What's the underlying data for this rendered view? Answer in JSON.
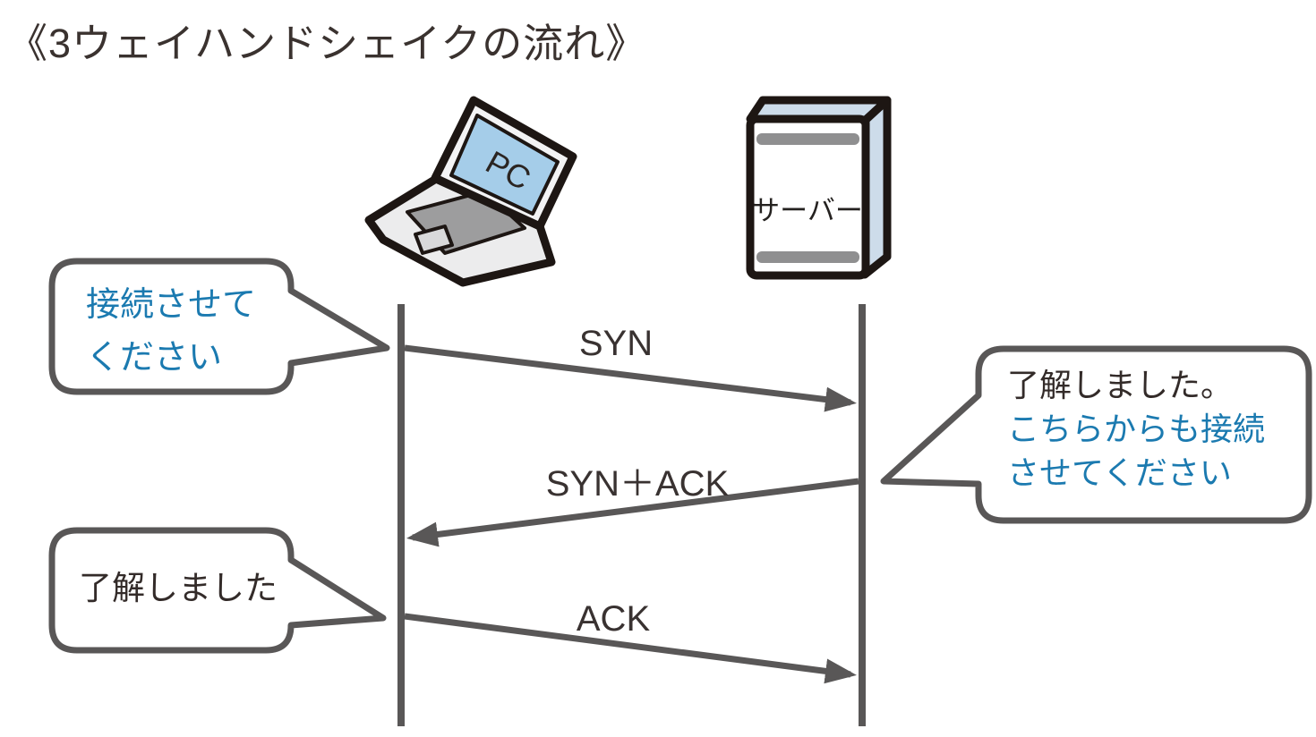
{
  "title": "《3ウェイハンドシェイクの流れ》",
  "actors": {
    "pc": {
      "label": "PC"
    },
    "server": {
      "label": "サーバー"
    }
  },
  "messages": [
    {
      "label": "SYN",
      "from": "PC",
      "to": "サーバー"
    },
    {
      "label": "SYN＋ACK",
      "from": "サーバー",
      "to": "PC"
    },
    {
      "label": "ACK",
      "from": "PC",
      "to": "サーバー"
    }
  ],
  "speech_bubbles": [
    {
      "speaker": "PC",
      "lines": [
        "接続させて",
        "ください"
      ],
      "line_colors": [
        "blue",
        "blue"
      ]
    },
    {
      "speaker": "サーバー",
      "lines": [
        "了解しました。",
        "こちらからも接続",
        "させてください"
      ],
      "line_colors": [
        "dark",
        "blue",
        "blue"
      ]
    },
    {
      "speaker": "PC",
      "lines": [
        "了解しました"
      ],
      "line_colors": [
        "dark"
      ]
    }
  ],
  "colors": {
    "accent_blue": "#1b7ab0",
    "dark_text": "#332b29",
    "line_gray": "#595757",
    "outline_black": "#1d1613",
    "pc_screen_blue": "#a5cde9",
    "server_panel_blue": "#cddcea",
    "server_bar_gray": "#8f8f90"
  }
}
